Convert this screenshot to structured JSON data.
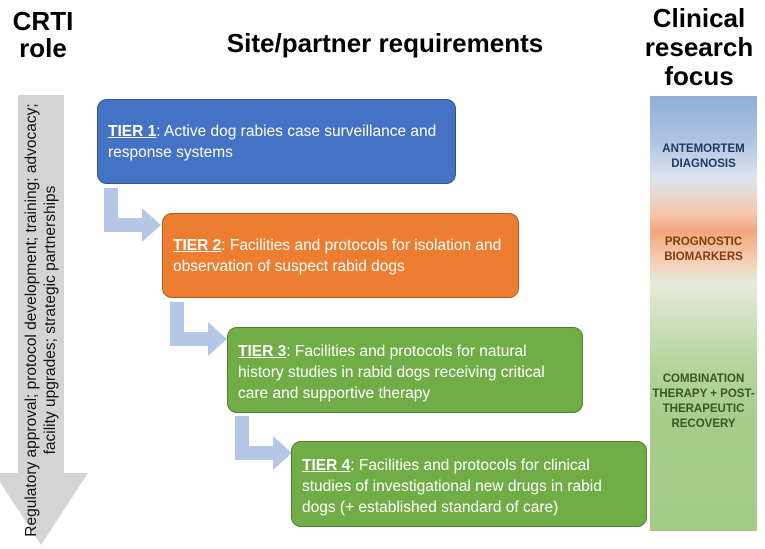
{
  "headers": {
    "crti": "CRTI role",
    "site": "Site/partner requirements",
    "focus": "Clinical research focus"
  },
  "crti_role_text": "Regulatory approval; protocol development; training; advocacy; facility upgrades; strategic partnerships",
  "tiers": [
    {
      "title": "TIER 1",
      "text": ": Active dog rabies case surveillance and response systems",
      "color": "#4472c4"
    },
    {
      "title": "TIER 2",
      "text": ": Facilities and protocols for isolation and observation of suspect rabid dogs",
      "color": "#ed7d31"
    },
    {
      "title": "TIER 3",
      "text": ": Facilities and protocols for natural history studies in rabid dogs receiving critical care and supportive therapy",
      "color": "#70ad47"
    },
    {
      "title": "TIER 4",
      "text": ": Facilities and protocols for clinical studies of investigational new drugs in rabid dogs (+ established standard of care)",
      "color": "#70ad47"
    }
  ],
  "focus_labels": {
    "antemortem": "ANTEMORTEM DIAGNOSIS",
    "prognostic": "PROGNOSTIC BIOMARKERS",
    "combination": "COMBINATION THERAPY + POST-THERAPEUTIC RECOVERY"
  },
  "colors": {
    "arrow": "#d4d4d4",
    "connector": "#b4c7e7",
    "antemortem": "#1f3864",
    "prognostic": "#833c0b",
    "combination": "#385723"
  }
}
